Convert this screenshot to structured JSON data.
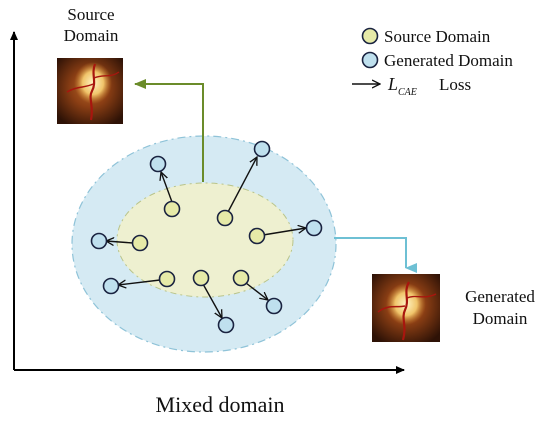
{
  "labels": {
    "source_line1": "Source",
    "source_line2": "Domain",
    "generated_line1": "Generated",
    "generated_line2": "Domain",
    "x_axis": "Mixed domain"
  },
  "legend": {
    "source": "Source Domain",
    "generated": "Generated Domain",
    "loss_symbol": "L",
    "loss_subscript": "CAE",
    "loss_word": "Loss"
  },
  "colors": {
    "source_fill": "#eef0d0",
    "generated_fill": "#d5eaf3",
    "node_stroke": "#1a2340",
    "source_arrow": "#6b8c2a",
    "generated_arrow": "#6ec0d4",
    "axis": "#000000"
  },
  "icons": {
    "source_image": "fundus-image",
    "generated_image": "fundus-image"
  }
}
